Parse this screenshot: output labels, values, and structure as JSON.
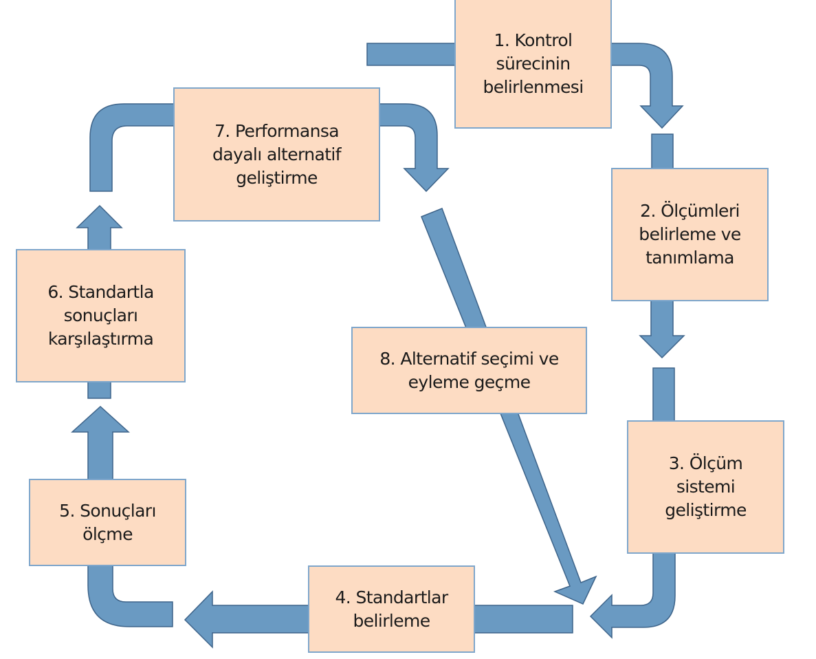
{
  "title": "Kontrol süreci adımları",
  "colors": {
    "box_fill": "#fddcc3",
    "box_border": "#7ea6cb",
    "arrow_fill": "#6a9ac2",
    "arrow_stroke": "#3d6389",
    "text": "#1a1a1a"
  },
  "steps": [
    {
      "number": 1,
      "label": "1. Kontrol\nsürecinin\nbelirlenmesi"
    },
    {
      "number": 2,
      "label": "2. Ölçümleri\nbelirleme ve\ntanımlama"
    },
    {
      "number": 3,
      "label": "3. Ölçüm\nsistemi\ngeliştirme"
    },
    {
      "number": 4,
      "label": "4. Standartlar\nbelirleme"
    },
    {
      "number": 5,
      "label": "5. Sonuçları\nölçme"
    },
    {
      "number": 6,
      "label": "6. Standartla\nsonuçları\nkarşılaştırma"
    },
    {
      "number": 7,
      "label": "7. Performansa\ndayalı alternatif\ngeliştirme"
    },
    {
      "number": 8,
      "label": "8. Alternatif seçimi ve\neyleme geçme"
    }
  ],
  "flow": [
    {
      "from": 1,
      "to": 2
    },
    {
      "from": 2,
      "to": 3
    },
    {
      "from": 3,
      "to": 4
    },
    {
      "from": 4,
      "to": 5
    },
    {
      "from": 5,
      "to": 6
    },
    {
      "from": 6,
      "to": 7
    },
    {
      "from": 7,
      "to": 8
    },
    {
      "from": 8,
      "to": 4
    }
  ]
}
